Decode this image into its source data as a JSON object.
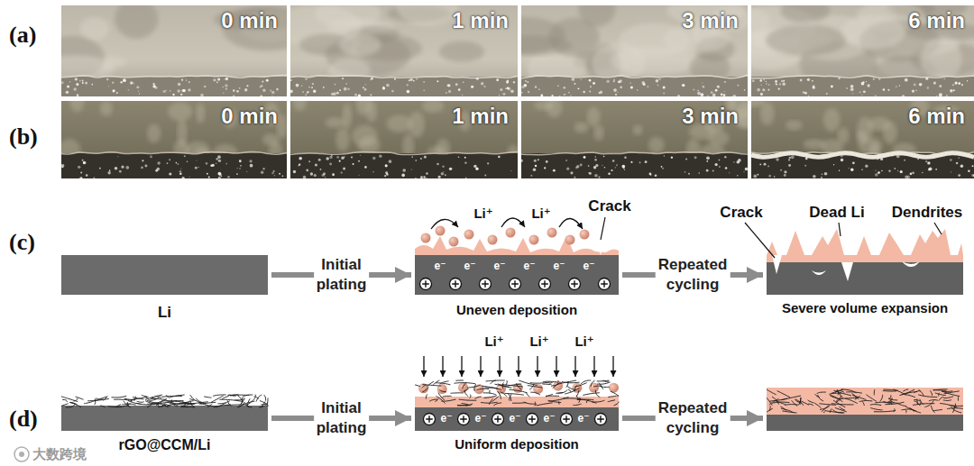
{
  "diagram": {
    "nodes": [
      {
        "text": [
          "0 min"
        ]
      },
      {
        "text": [
          "1 min"
        ]
      },
      {
        "text": [
          "3 min"
        ]
      },
      {
        "text": [
          "6 min"
        ]
      },
      {
        "text": [
          "0 min"
        ]
      },
      {
        "text": [
          "1 min"
        ]
      },
      {
        "text": [
          "3 min"
        ]
      },
      {
        "text": [
          "6 min"
        ]
      },
      {
        "text": [
          "Li"
        ]
      },
      {
        "text": [
          "Uneven deposition"
        ]
      },
      {
        "text": [
          "Severe volume expansion"
        ]
      },
      {
        "text": [
          "rGO@CCM/Li"
        ]
      },
      {
        "text": [
          "Uniform deposition"
        ]
      },
      {}
    ],
    "edges": [
      {
        "from": 8,
        "to": 9,
        "arrow": "to",
        "label": "Initial plating"
      },
      {
        "from": 9,
        "to": 10,
        "arrow": "to",
        "label": "Repeated cycling"
      },
      {
        "from": 11,
        "to": 12,
        "arrow": "to",
        "label": "Initial plating"
      },
      {
        "from": 12,
        "to": 13,
        "arrow": "to",
        "label": "Repeated cycling"
      }
    ],
    "labels": [
      "(a)",
      "(b)",
      "(c)",
      "Li⁺",
      "Li⁺",
      "Crack",
      "e⁻",
      "e⁻",
      "e⁻",
      "e⁻",
      "e⁻",
      "e⁻",
      "Crack",
      "Dead Li",
      "Dendrites",
      "(d)",
      "Li⁺",
      "Li⁺",
      "Li⁺",
      "e⁻",
      "e⁻",
      "e⁻",
      "e⁻",
      "e⁻",
      "大数跨境"
    ]
  }
}
